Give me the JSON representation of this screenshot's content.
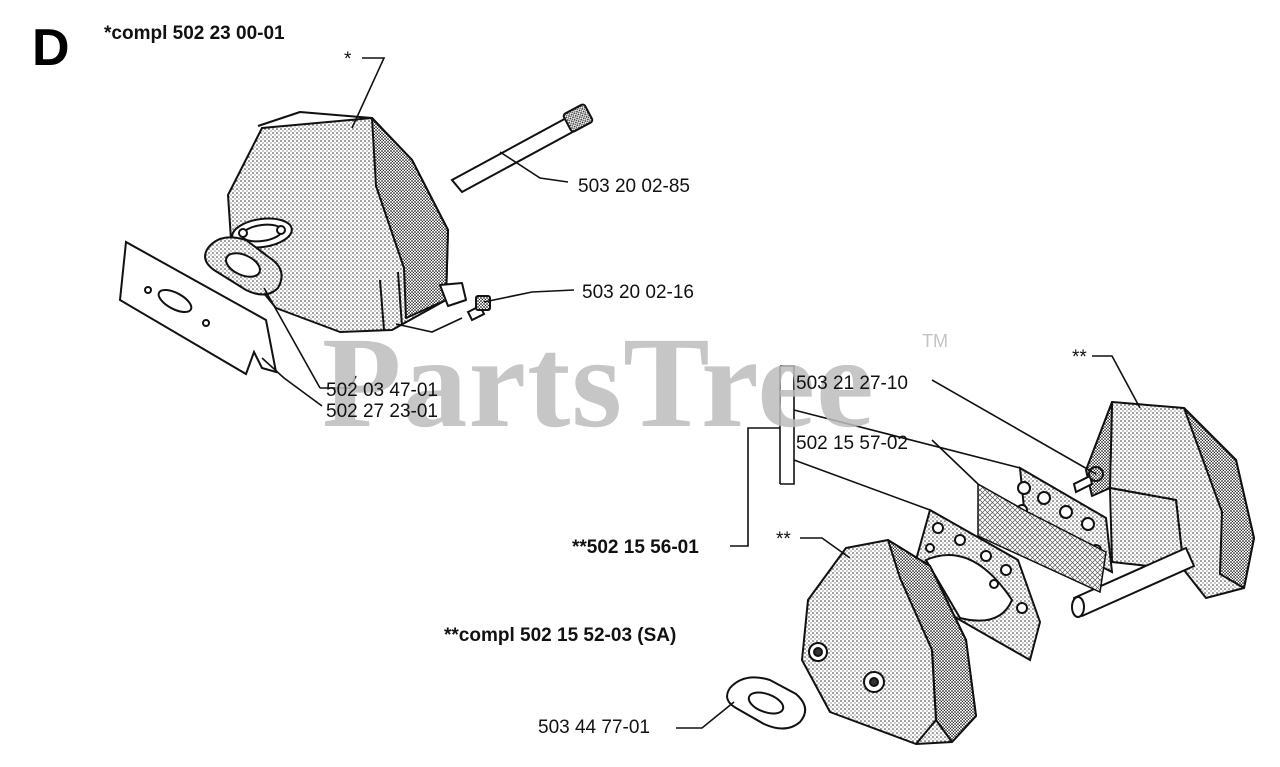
{
  "section_letter": "D",
  "watermark": {
    "text": "PartsTree",
    "tm": "TM"
  },
  "assemblies": {
    "upper": "*compl 502 23 00-01",
    "kit": "**502 15 56-01",
    "lower": "**compl 502 15 52-03 (SA)"
  },
  "callouts": {
    "star_upper": "*",
    "star2_right": "**",
    "star2_lower": "**"
  },
  "part_numbers": {
    "bolt_long": "503 20 02-85",
    "screw": "503 20 02-16",
    "gasket_upper": "502 03 47-01",
    "plate_upper": "502 27 23-01",
    "screw_small": "503 21 27-10",
    "screen": "502 15 57-02",
    "gasket_lower": "503 44 77-01"
  },
  "colors": {
    "line": "#111111",
    "watermark": "#bdbdbd"
  }
}
